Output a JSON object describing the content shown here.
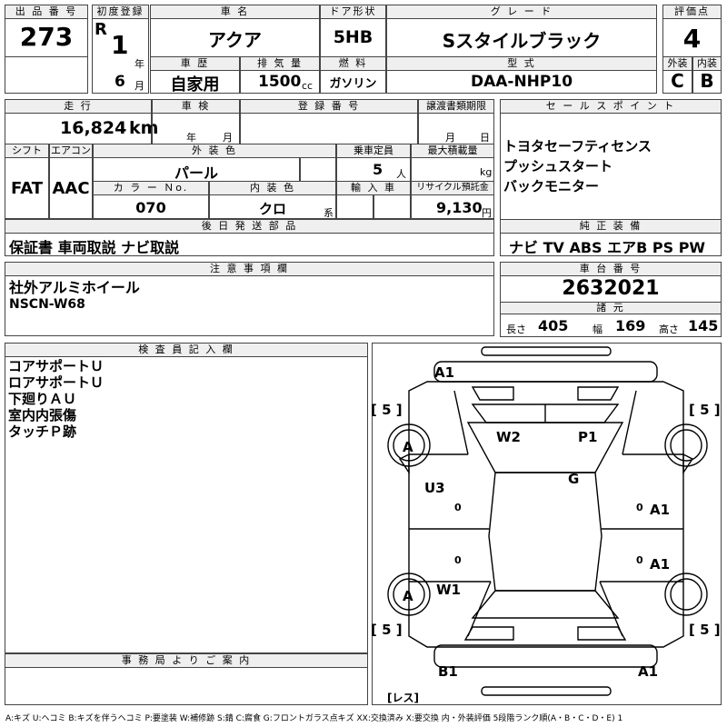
{
  "header_labels": {
    "lot_no": "出 品 番 号",
    "first_reg": "初度登録",
    "car_name": "車 名",
    "door": "ドア形状",
    "grade": "グ レ ー ド",
    "score": "評価点",
    "history": "車 歴",
    "displacement": "排 気 量",
    "fuel": "燃 料",
    "model": "型 式",
    "exterior": "外装",
    "interior": "内装"
  },
  "lot": {
    "number": "273"
  },
  "registration": {
    "era": "R",
    "year": "1",
    "year_unit": "年",
    "month": "6",
    "month_unit": "月"
  },
  "car": {
    "name": "アクア",
    "door": "5HB",
    "grade": "Sスタイルブラック",
    "history": "自家用",
    "displacement": "1500",
    "cc_unit": "cc",
    "fuel": "ガソリン",
    "model": "DAA-NHP10"
  },
  "score": {
    "overall": "4",
    "exterior": "C",
    "interior": "B"
  },
  "row2_labels": {
    "mileage": "走 行",
    "inspection": "車 検",
    "reg_no": "登 録 番 号",
    "transfer": "譲渡書類期限",
    "sales": "セ ー ル ス ポ イ ン ト",
    "shift": "シフト",
    "aircon": "エアコン",
    "ext_color": "外 装 色",
    "capacity": "乗車定員",
    "max_load": "最大積載量",
    "color_no": "カ ラ ー Ｎo.",
    "int_color": "内 装 色",
    "import": "輸 入 車",
    "recycle": "リサイクル預託金",
    "parts": "後 日 発 送 部 品",
    "equipment": "純 正 装 備",
    "notes": "注 意 事 項 欄",
    "chassis": "車 台 番 号",
    "specs": "諸 元",
    "inspector": "検 査 員 記 入 欄",
    "office": "事 務 局 よ り ご 案 内"
  },
  "details": {
    "mileage": "16,824",
    "mileage_unit": "km",
    "inspection_year_unit": "年",
    "inspection_month_unit": "月",
    "transfer_month_unit": "月",
    "transfer_day_unit": "日",
    "shift": "FAT",
    "aircon": "AAC",
    "ext_color": "パール",
    "capacity": "5",
    "capacity_unit": "人",
    "load_unit": "kg",
    "color_no": "070",
    "int_color": "クロ",
    "int_color_unit": "系",
    "recycle": "9,130",
    "recycle_unit": "円"
  },
  "sales_points": [
    "トヨタセーフティセンス",
    "プッシュスタート",
    "バックモニター"
  ],
  "parts": "保証書 車両取説 ナビ取説",
  "equipment": "ナビ TV ABS エアB PS PW",
  "notes": [
    "社外アルミホイール",
    "NSCN-W68"
  ],
  "chassis_no": "2632021",
  "specs": {
    "length_label": "長さ",
    "length": "405",
    "width_label": "幅",
    "width": "169",
    "height_label": "高さ",
    "height": "145"
  },
  "inspector_notes": [
    "コアサポートＵ",
    "ロアサポートＵ",
    "下廻りＡＵ",
    "室内内張傷",
    "タッチＰ跡"
  ],
  "diagram": {
    "bracket_value": "[ 5 ]",
    "marks": [
      "A1",
      "W2",
      "P1",
      "G",
      "U3",
      "A1",
      "A1",
      "W1",
      "B1",
      "A1"
    ],
    "tire_marks": [
      "A",
      "A"
    ],
    "zero": "0",
    "less_label": "[レス]"
  },
  "legend": "A:キズ U:ヘコミ B:キズを伴うヘコミ P:要塗装 W:補修跡 S:錆 C:腐食 G:フロントガラス点キズ XX:交換済み X:要交換 内・外装評価 5段階ランク順(A・B・C・D・E) 1"
}
